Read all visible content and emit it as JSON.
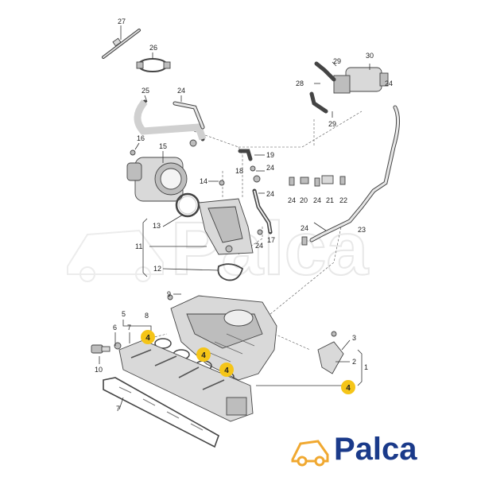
{
  "brand": {
    "name": "Palca",
    "watermark": "Palca",
    "logo_color": "#1a3a8a",
    "car_icon_color": "#f0a830"
  },
  "highlight_color": "#f5c518",
  "labels": {
    "l27": "27",
    "l26": "26",
    "l25": "25",
    "l24a": "24",
    "l16": "16",
    "l15": "15",
    "l14": "14",
    "l13": "13",
    "l11": "11",
    "l12": "12",
    "l9": "9",
    "l5": "5",
    "l6": "6",
    "l7a": "7",
    "l8": "8",
    "l10": "10",
    "l7b": "7",
    "l19": "19",
    "l18": "18",
    "l24b": "24",
    "l24c": "24",
    "l17": "17",
    "l24d": "24",
    "l24e": "24",
    "l20": "20",
    "l24f": "24",
    "l21": "21",
    "l22": "22",
    "l23": "23",
    "l24g": "24",
    "l28": "28",
    "l29a": "29",
    "l29b": "29",
    "l30": "30",
    "l24h": "24",
    "l3": "3",
    "l2": "2",
    "l1": "1",
    "h4a": "4",
    "h4b": "4",
    "h4c": "4",
    "h4d": "4"
  }
}
